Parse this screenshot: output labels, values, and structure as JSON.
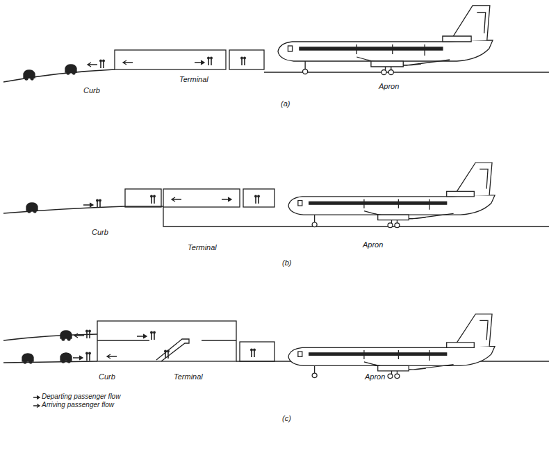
{
  "diagram": {
    "labels": [
      "Curb",
      "Terminal",
      "Apron",
      "(a)",
      "Curb",
      "Terminal",
      "Apron",
      "(b)",
      "Curb",
      "Terminal",
      "Apron",
      "(c)"
    ],
    "legend": [
      {
        "text": "Departing passenger flow"
      },
      {
        "text": "Arriving passenger flow"
      }
    ]
  }
}
